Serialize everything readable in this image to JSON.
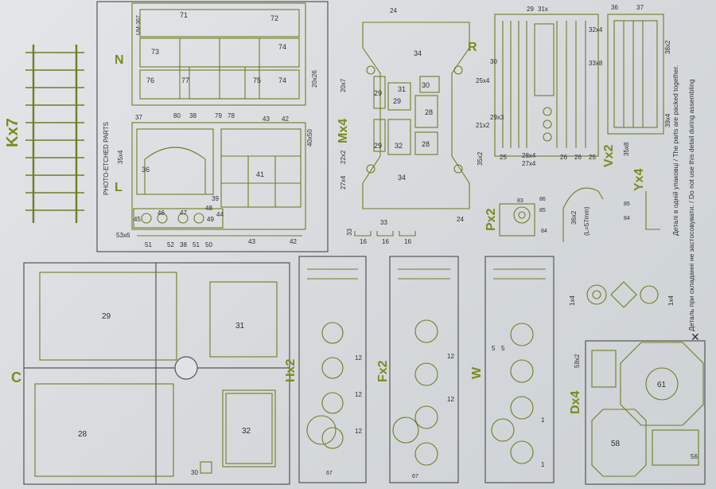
{
  "sprues": {
    "Kx7": "Kx7",
    "N": "N",
    "L": "L",
    "Mx4": "Mx4",
    "R": "R",
    "Vx2": "Vx2",
    "Yx4": "Yx4",
    "Px2": "Px2",
    "C": "C",
    "Hx2": "Hx2",
    "Fx2": "Fx2",
    "W": "W",
    "Dx4": "Dx4"
  },
  "pe": {
    "title": "PHOTO-ETCHED PARTS",
    "brand": "UM-367"
  },
  "notes": {
    "packed": "Деталі в одній упаковці / The parts are packed together.",
    "donotuse": "Деталь при складанні не застосовувати. / Do not use this detail during assembling",
    "cross": "✕"
  },
  "parts": {
    "n71": "71",
    "n72": "72",
    "n73": "73",
    "n74a": "74",
    "n74b": "74",
    "n75": "75",
    "n76": "76",
    "n77": "77",
    "n80": "80",
    "n38": "38",
    "n79": "79",
    "n78": "78",
    "n20x26": "20x26",
    "n43a": "43",
    "n42a": "42",
    "n40x50": "40x50",
    "n37": "37",
    "n35x4": "35x4",
    "n36": "36",
    "n41": "41",
    "n39": "39",
    "n53x6": "53x6",
    "n45": "45",
    "n46": "46",
    "n47": "47",
    "n48": "48",
    "n49": "49",
    "n44": "44",
    "n51a": "51",
    "n52": "52",
    "n38b": "38",
    "n51b": "51",
    "n50": "50",
    "n43b": "43",
    "n42b": "42",
    "m24a": "24",
    "m34a": "34",
    "m20x7": "20x7",
    "m30": "30",
    "m31": "31",
    "m29a": "29",
    "m29b": "29",
    "m28a": "28",
    "m32": "32",
    "m29c": "29",
    "m28b": "28",
    "m25x4": "25x4",
    "m21x2": "21x2",
    "m22x2": "22x2",
    "m27x4": "27x4",
    "m35x2": "35x2",
    "m34b": "34",
    "m24b": "24",
    "s33": "33",
    "s33b": "33",
    "s16a": "16",
    "s16b": "16",
    "s16c": "16",
    "r29": "29",
    "r31x": "31x",
    "r32x4": "32x4",
    "r30": "30",
    "r33x8": "33x8",
    "r29x3": "29x3",
    "r25": "25",
    "r28x4": "28x4",
    "r27x4": "27x4",
    "r26a": "26",
    "r26b": "26",
    "r25b": "25",
    "v36": "36",
    "v37": "37",
    "v38x2": "38x2",
    "v39x4": "39x4",
    "v35x8": "35x8",
    "p83": "83",
    "p86": "86",
    "p85": "85",
    "p84": "84",
    "wire": "36x2",
    "wirelen": "(L=57mm)",
    "y84": "84",
    "y85": "85",
    "c29": "29",
    "c31": "31",
    "c28": "28",
    "c32": "32",
    "c30": "30",
    "h1x4a": "1x4",
    "h1x4b": "1x4",
    "d59x2": "59x2",
    "d61": "61",
    "d58": "58",
    "d56": "56",
    "w1a": "1",
    "w1b": "1",
    "w5a": "5",
    "w5b": "5",
    "h12a": "12",
    "h12b": "12",
    "h12c": "12",
    "f12a": "12",
    "f12b": "12",
    "h67": "67",
    "f67": "67"
  }
}
